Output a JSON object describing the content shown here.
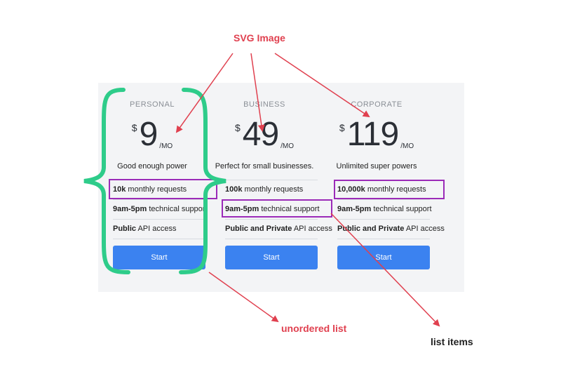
{
  "plans": [
    {
      "name": "PERSONAL",
      "currency": "$",
      "amount": "9",
      "period": "/MO",
      "tagline": "Good enough power",
      "features": [
        {
          "bold": "10k",
          "rest": " monthly requests"
        },
        {
          "bold": "9am-5pm",
          "rest": " technical support"
        },
        {
          "bold": "Public",
          "rest": " API access"
        }
      ],
      "button": "Start"
    },
    {
      "name": "BUSINESS",
      "currency": "$",
      "amount": "49",
      "period": "/MO",
      "tagline": "Perfect for small businesses.",
      "features": [
        {
          "bold": "100k",
          "rest": " monthly requests"
        },
        {
          "bold": "9am-5pm",
          "rest": " technical support"
        },
        {
          "bold": "Public and Private",
          "rest": " API access"
        }
      ],
      "button": "Start"
    },
    {
      "name": "CORPORATE",
      "currency": "$",
      "amount": "119",
      "period": "/MO",
      "tagline": "Unlimited super powers",
      "features": [
        {
          "bold": "10,000k",
          "rest": " monthly requests"
        },
        {
          "bold": "9am-5pm",
          "rest": " technical support"
        },
        {
          "bold": "Public and Private",
          "rest": " API access"
        }
      ],
      "button": "Start"
    }
  ],
  "annotations": {
    "svg_image": "SVG Image",
    "unordered_list": "unordered list",
    "list_items": "list items"
  },
  "colors": {
    "annotation_red": "#e0404f",
    "brace_green": "#2ecc8a",
    "highlight_purple": "#9b2bb8",
    "button_blue": "#3b82f0"
  }
}
